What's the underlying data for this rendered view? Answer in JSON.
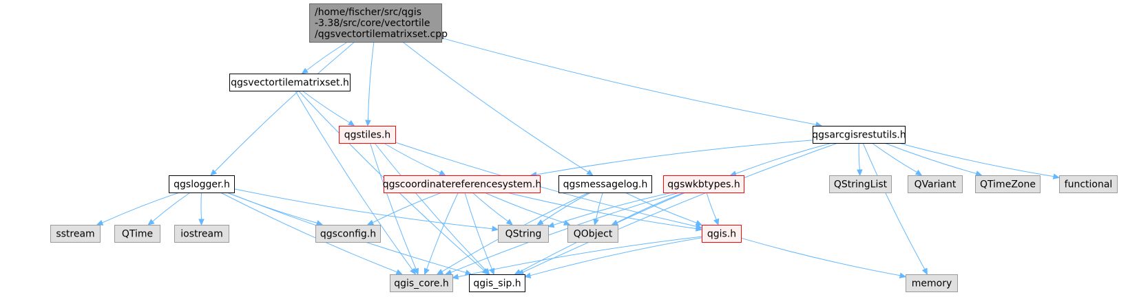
{
  "colors": {
    "edge": "#63b8ff",
    "root_fill": "#999999",
    "root_border": "#666666",
    "doc_fill": "#ffffff",
    "doc_border": "#000000",
    "ext_fill": "#e0e0e0",
    "ext_border": "#999999",
    "trunc_border": "#ff0000",
    "trunc_fill": "#fff0f0"
  },
  "nodes": [
    {
      "id": "root",
      "kind": "root",
      "lines": [
        "/home/fischer/src/qgis",
        "-3.38/src/core/vectortile",
        "/qgsvectortilematrixset.cpp"
      ]
    },
    {
      "id": "matrixset",
      "kind": "doc",
      "lines": [
        "qgsvectortilematrixset.h"
      ]
    },
    {
      "id": "tiles",
      "kind": "trunc",
      "lines": [
        "qgstiles.h"
      ]
    },
    {
      "id": "arcgis",
      "kind": "doc",
      "lines": [
        "qgsarcgisrestutils.h"
      ]
    },
    {
      "id": "logger",
      "kind": "doc",
      "lines": [
        "qgslogger.h"
      ]
    },
    {
      "id": "crs",
      "kind": "trunc",
      "lines": [
        "qgscoordinatereferencesystem.h"
      ]
    },
    {
      "id": "msglog",
      "kind": "doc",
      "lines": [
        "qgsmessagelog.h"
      ]
    },
    {
      "id": "wkb",
      "kind": "trunc",
      "lines": [
        "qgswkbtypes.h"
      ]
    },
    {
      "id": "qstringlist",
      "kind": "ext",
      "lines": [
        "QStringList"
      ]
    },
    {
      "id": "qvariant",
      "kind": "ext",
      "lines": [
        "QVariant"
      ]
    },
    {
      "id": "qtimezone",
      "kind": "ext",
      "lines": [
        "QTimeZone"
      ]
    },
    {
      "id": "functional",
      "kind": "ext",
      "lines": [
        "functional"
      ]
    },
    {
      "id": "sstream",
      "kind": "ext",
      "lines": [
        "sstream"
      ]
    },
    {
      "id": "qtime",
      "kind": "ext",
      "lines": [
        "QTime"
      ]
    },
    {
      "id": "iostream",
      "kind": "ext",
      "lines": [
        "iostream"
      ]
    },
    {
      "id": "qgsconfig",
      "kind": "ext",
      "lines": [
        "qgsconfig.h"
      ]
    },
    {
      "id": "qstring",
      "kind": "ext",
      "lines": [
        "QString"
      ]
    },
    {
      "id": "qobject",
      "kind": "ext",
      "lines": [
        "QObject"
      ]
    },
    {
      "id": "qgis",
      "kind": "trunc",
      "lines": [
        "qgis.h"
      ]
    },
    {
      "id": "qgiscore",
      "kind": "ext",
      "lines": [
        "qgis_core.h"
      ]
    },
    {
      "id": "qgissip",
      "kind": "doc",
      "lines": [
        "qgis_sip.h"
      ]
    },
    {
      "id": "memory",
      "kind": "ext",
      "lines": [
        "memory"
      ]
    }
  ],
  "edges": [
    {
      "from": "root",
      "to": "logger"
    },
    {
      "from": "root",
      "to": "matrixset"
    },
    {
      "from": "root",
      "to": "tiles"
    },
    {
      "from": "root",
      "to": "msglog"
    },
    {
      "from": "root",
      "to": "arcgis"
    },
    {
      "from": "matrixset",
      "to": "tiles"
    },
    {
      "from": "matrixset",
      "to": "qgiscore"
    },
    {
      "from": "matrixset",
      "to": "qgissip"
    },
    {
      "from": "tiles",
      "to": "crs"
    },
    {
      "from": "tiles",
      "to": "qgiscore"
    },
    {
      "from": "tiles",
      "to": "qgissip"
    },
    {
      "from": "tiles",
      "to": "qgis"
    },
    {
      "from": "arcgis",
      "to": "crs"
    },
    {
      "from": "arcgis",
      "to": "wkb"
    },
    {
      "from": "arcgis",
      "to": "qstringlist"
    },
    {
      "from": "arcgis",
      "to": "qvariant"
    },
    {
      "from": "arcgis",
      "to": "qtimezone"
    },
    {
      "from": "arcgis",
      "to": "functional"
    },
    {
      "from": "arcgis",
      "to": "memory"
    },
    {
      "from": "arcgis",
      "to": "qgissip"
    },
    {
      "from": "logger",
      "to": "sstream"
    },
    {
      "from": "logger",
      "to": "qtime"
    },
    {
      "from": "logger",
      "to": "iostream"
    },
    {
      "from": "logger",
      "to": "qgsconfig"
    },
    {
      "from": "logger",
      "to": "qstring"
    },
    {
      "from": "logger",
      "to": "qgiscore"
    },
    {
      "from": "logger",
      "to": "qgissip"
    },
    {
      "from": "crs",
      "to": "qgsconfig"
    },
    {
      "from": "crs",
      "to": "qstring"
    },
    {
      "from": "crs",
      "to": "qobject"
    },
    {
      "from": "crs",
      "to": "qgis"
    },
    {
      "from": "crs",
      "to": "qgiscore"
    },
    {
      "from": "crs",
      "to": "qgissip"
    },
    {
      "from": "msglog",
      "to": "qstring"
    },
    {
      "from": "msglog",
      "to": "qobject"
    },
    {
      "from": "msglog",
      "to": "qgis"
    },
    {
      "from": "msglog",
      "to": "qgiscore"
    },
    {
      "from": "wkb",
      "to": "qstring"
    },
    {
      "from": "wkb",
      "to": "qobject"
    },
    {
      "from": "wkb",
      "to": "qgis"
    },
    {
      "from": "wkb",
      "to": "qgiscore"
    },
    {
      "from": "wkb",
      "to": "qgissip"
    },
    {
      "from": "qgis",
      "to": "qgiscore"
    },
    {
      "from": "qgis",
      "to": "qgissip"
    },
    {
      "from": "qgis",
      "to": "memory"
    }
  ]
}
